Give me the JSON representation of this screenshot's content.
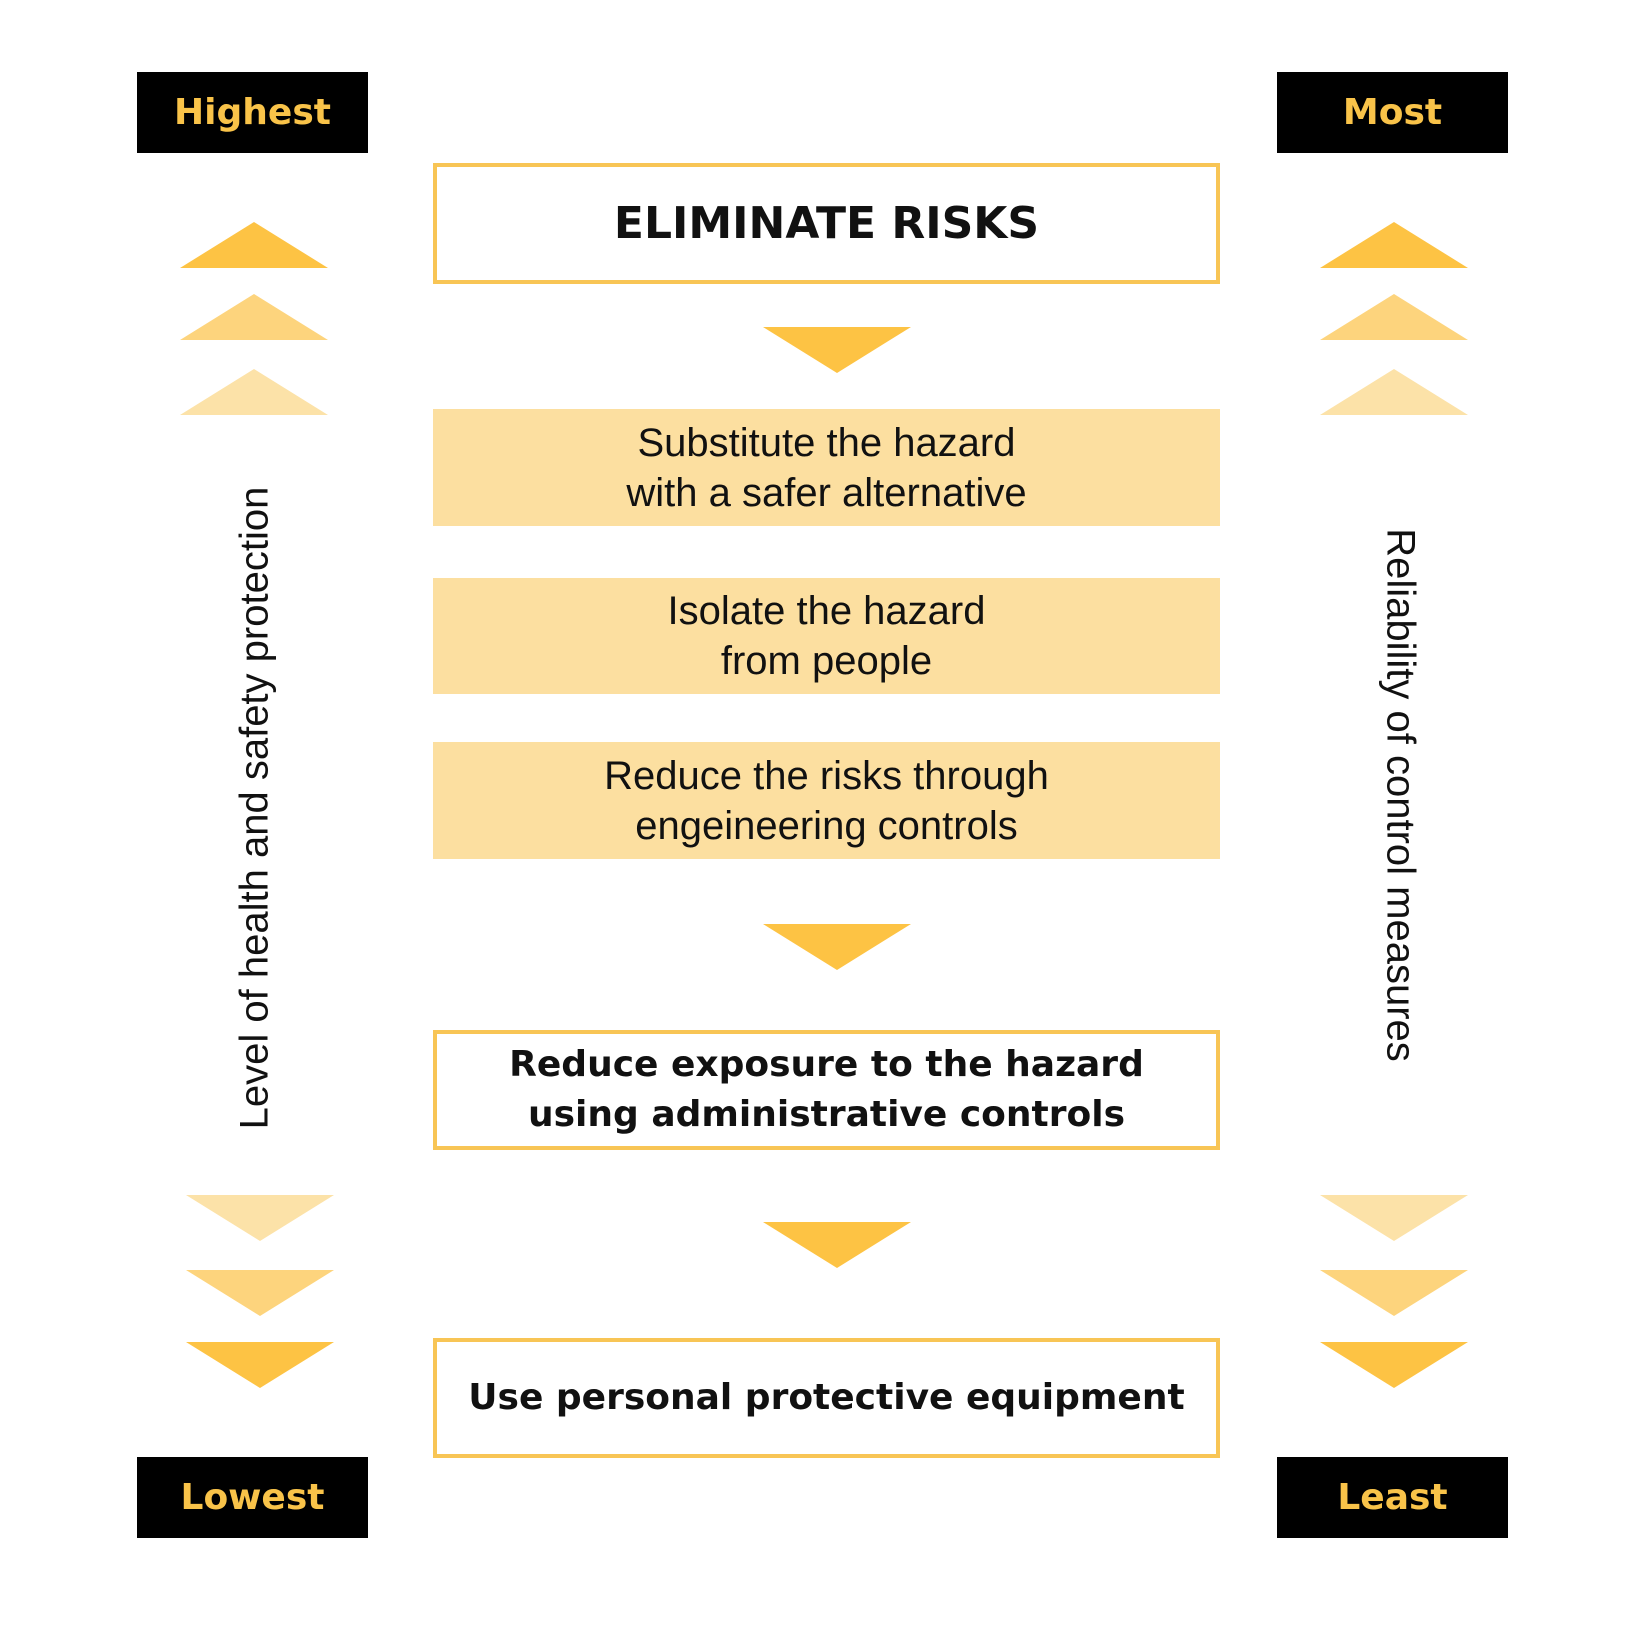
{
  "colors": {
    "label_bg": "#000000",
    "label_text": "#F9C349",
    "arrow_dark": "#FDC344",
    "arrow_medium": "#FDD47D",
    "arrow_light": "#FCE2A8",
    "box_fill": "#FCDFA0",
    "box_border": "#F8C555"
  },
  "left_axis": {
    "top_label": "Highest",
    "bottom_label": "Lowest",
    "title": "Level of health and safety protection"
  },
  "right_axis": {
    "top_label": "Most",
    "bottom_label": "Least",
    "title": "Reliability of control measures"
  },
  "steps": [
    {
      "text": "ELIMINATE RISKS",
      "style": "outline"
    },
    {
      "text": "Substitute the hazard\nwith a safer alternative",
      "style": "filled"
    },
    {
      "text": "Isolate the hazard\nfrom people",
      "style": "filled"
    },
    {
      "text": "Reduce the risks through\nengeineering controls",
      "style": "filled"
    },
    {
      "text": "Reduce exposure to the hazard\nusing administrative controls",
      "style": "outline"
    },
    {
      "text": "Use personal protective equipment",
      "style": "outline"
    }
  ],
  "icons": {
    "side_up": "chevron-up",
    "side_down": "chevron-down",
    "flow": "arrow-down"
  }
}
